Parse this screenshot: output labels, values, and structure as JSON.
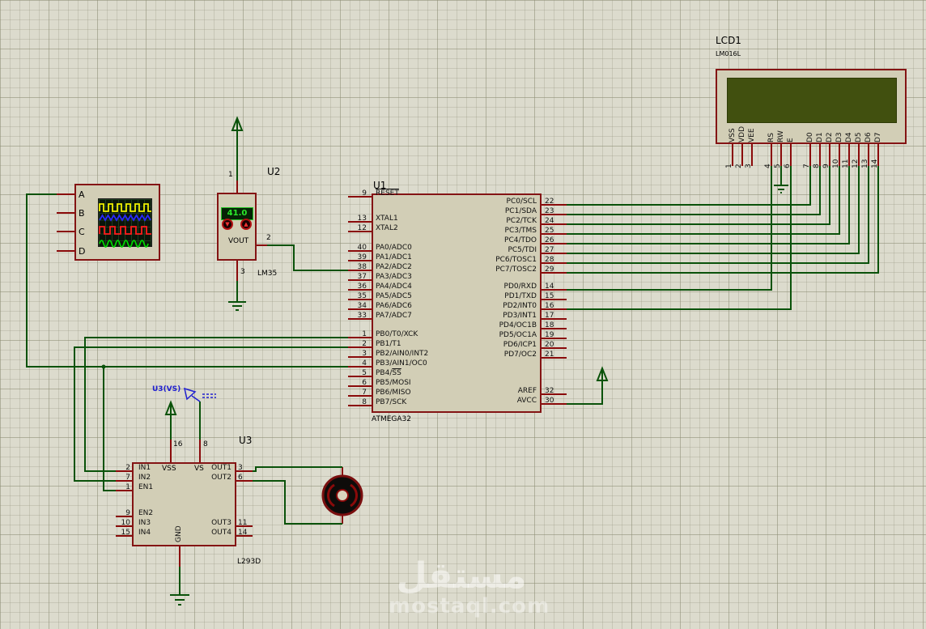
{
  "watermark": {
    "title": "مستقل",
    "domain": "mostaql.com"
  },
  "colors": {
    "wire_green": "#0a520a",
    "pin_red": "#8a0a0a",
    "component_fill": "#d2ceb6",
    "component_border": "#841414",
    "net_label_blue": "#2020d0",
    "lcd_screen": "#41500f",
    "scope_screen": "#0a150a",
    "display_value_green": "#2be82b",
    "wave_a": "#f0f000",
    "wave_b": "#2828ff",
    "wave_c": "#ff1c1c",
    "wave_d": "#00d400"
  },
  "oscilloscope": {
    "channels": [
      "A",
      "B",
      "C",
      "D"
    ]
  },
  "lm35": {
    "ref": "U2",
    "part": "LM35",
    "display_value": "41.0",
    "vout_label": "VOUT",
    "pin_top": "1",
    "pin_right": "2",
    "pin_bottom": "3",
    "button_down": "▼",
    "button_up": "▲"
  },
  "u1": {
    "ref": "U1",
    "part": "ATMEGA32",
    "left_groups": [
      [
        {
          "num": "9",
          "name": "",
          "bar": "RESET"
        }
      ],
      [
        {
          "num": "13",
          "name": "XTAL1"
        },
        {
          "num": "12",
          "name": "XTAL2"
        }
      ],
      [
        {
          "num": "40",
          "name": "PA0/ADC0"
        },
        {
          "num": "39",
          "name": "PA1/ADC1"
        },
        {
          "num": "38",
          "name": "PA2/ADC2"
        },
        {
          "num": "37",
          "name": "PA3/ADC3"
        },
        {
          "num": "36",
          "name": "PA4/ADC4"
        },
        {
          "num": "35",
          "name": "PA5/ADC5"
        },
        {
          "num": "34",
          "name": "PA6/ADC6"
        },
        {
          "num": "33",
          "name": "PA7/ADC7"
        }
      ],
      [
        {
          "num": "1",
          "name": "PB0/T0/XCK"
        },
        {
          "num": "2",
          "name": "PB1/T1"
        },
        {
          "num": "3",
          "name": "PB2/AIN0/INT2"
        },
        {
          "num": "4",
          "name": "PB3/AIN1/OC0"
        },
        {
          "num": "5",
          "name": "PB4/",
          "bar": "SS"
        },
        {
          "num": "6",
          "name": "PB5/MOSI"
        },
        {
          "num": "7",
          "name": "PB6/MISO"
        },
        {
          "num": "8",
          "name": "PB7/SCK"
        }
      ]
    ],
    "right_groups": [
      [
        {
          "num": "22",
          "name": "PC0/SCL"
        },
        {
          "num": "23",
          "name": "PC1/SDA"
        },
        {
          "num": "24",
          "name": "PC2/TCK"
        },
        {
          "num": "25",
          "name": "PC3/TMS"
        },
        {
          "num": "26",
          "name": "PC4/TDO"
        },
        {
          "num": "27",
          "name": "PC5/TDI"
        },
        {
          "num": "28",
          "name": "PC6/TOSC1"
        },
        {
          "num": "29",
          "name": "PC7/TOSC2"
        }
      ],
      [
        {
          "num": "14",
          "name": "PD0/RXD"
        },
        {
          "num": "15",
          "name": "PD1/TXD"
        },
        {
          "num": "16",
          "name": "PD2/INT0"
        },
        {
          "num": "17",
          "name": "PD3/INT1"
        },
        {
          "num": "18",
          "name": "PD4/OC1B"
        },
        {
          "num": "19",
          "name": "PD5/OC1A"
        },
        {
          "num": "20",
          "name": "PD6/ICP1"
        },
        {
          "num": "21",
          "name": "PD7/OC2"
        }
      ],
      [
        {
          "num": "32",
          "name": "AREF"
        },
        {
          "num": "30",
          "name": "AVCC"
        }
      ]
    ]
  },
  "lcd": {
    "ref": "LCD1",
    "part": "LM016L",
    "groups": [
      [
        {
          "num": "1",
          "name": "VSS"
        },
        {
          "num": "2",
          "name": "VDD"
        },
        {
          "num": "3",
          "name": "VEE"
        }
      ],
      [
        {
          "num": "4",
          "name": "RS"
        },
        {
          "num": "5",
          "name": "RW"
        },
        {
          "num": "6",
          "name": "E"
        }
      ],
      [
        {
          "num": "7",
          "name": "D0"
        },
        {
          "num": "8",
          "name": "D1"
        },
        {
          "num": "9",
          "name": "D2"
        },
        {
          "num": "10",
          "name": "D3"
        },
        {
          "num": "11",
          "name": "D4"
        },
        {
          "num": "12",
          "name": "D5"
        },
        {
          "num": "13",
          "name": "D6"
        },
        {
          "num": "14",
          "name": "D7"
        }
      ]
    ]
  },
  "u3": {
    "ref": "U3",
    "part": "L293D",
    "gnd_label": "GND",
    "left_groups": [
      [
        {
          "num": "2",
          "name": "IN1"
        },
        {
          "num": "7",
          "name": "IN2"
        },
        {
          "num": "1",
          "name": "EN1"
        }
      ],
      [
        {
          "num": "9",
          "name": "EN2"
        },
        {
          "num": "10",
          "name": "IN3"
        },
        {
          "num": "15",
          "name": "IN4"
        }
      ]
    ],
    "right_groups": [
      [
        {
          "num": "3",
          "name": "OUT1"
        },
        {
          "num": "6",
          "name": "OUT2"
        }
      ],
      [
        {
          "num": "11",
          "name": "OUT3"
        },
        {
          "num": "14",
          "name": "OUT4"
        }
      ]
    ],
    "top_pins": [
      {
        "num": "16",
        "name": "VSS"
      },
      {
        "num": "8",
        "name": "VS"
      }
    ]
  },
  "net_label": "U3(VS)"
}
